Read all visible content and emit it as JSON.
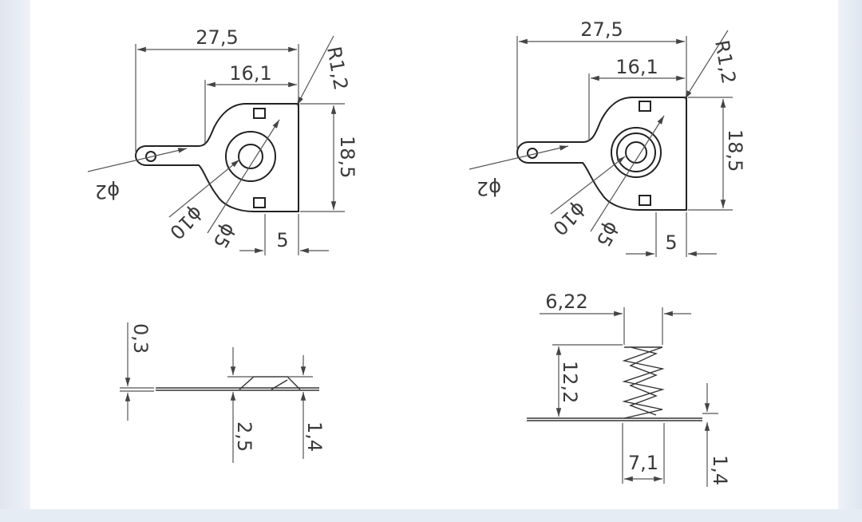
{
  "drawing_a": {
    "width": "27,5",
    "inner_width": "16,1",
    "radius": "R1,2",
    "height": "18,5",
    "hole_small": "ϕ2",
    "ring_outer": "ϕ10",
    "ring_inner": "ϕ5",
    "edge_offset": "5"
  },
  "drawing_b": {
    "width": "27,5",
    "inner_width": "16,1",
    "radius": "R1,2",
    "height": "18,5",
    "hole_small": "ϕ2",
    "ring_outer": "ϕ10",
    "ring_inner": "ϕ5",
    "edge_offset": "5"
  },
  "side_a": {
    "thickness": "0,3",
    "base_width": "2,5",
    "bump_height": "1,4"
  },
  "side_b": {
    "spring_top": "6,22",
    "spring_height": "12,2",
    "spring_base": "7,1",
    "base_height": "1,4"
  }
}
